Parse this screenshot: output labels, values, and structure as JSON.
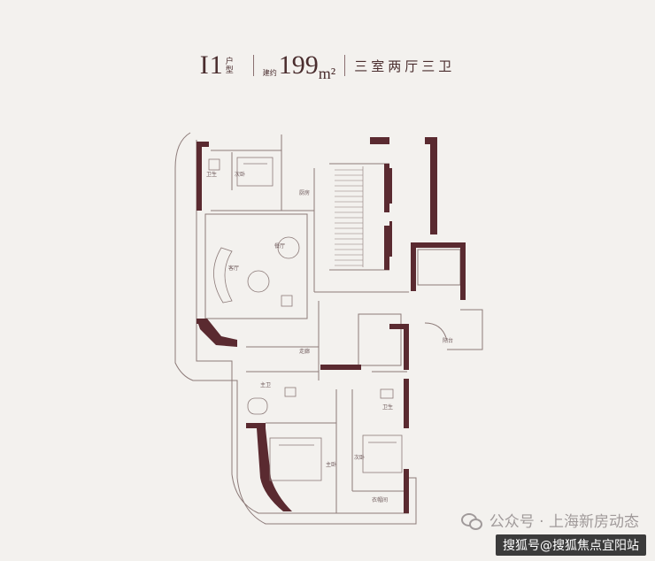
{
  "header": {
    "unit_code": "I1",
    "unit_sub_top": "户",
    "unit_sub_bottom": "型",
    "area_prefix": "建约",
    "area_value": "199",
    "area_unit": "m²",
    "layout": "三室两厅三卫"
  },
  "rooms": {
    "bath_1": "卫生",
    "bedroom_1": "次卧",
    "kitchen": "厨房",
    "dining": "餐厅",
    "living": "客厅",
    "hall": "走廊",
    "bath_2": "主卫",
    "master_bedroom": "主卧",
    "bedroom_2": "次卧",
    "bath_3": "卫生",
    "closet": "衣帽间",
    "balcony": "阳台"
  },
  "watermark": {
    "text": "公众号 · 上海新房动态",
    "sohu_bar": "搜狐号@搜狐焦点宜阳站"
  },
  "colors": {
    "wall": "#5a2a30",
    "line": "#8c7a78",
    "title": "#4a2d2e",
    "background": "#f3f1ee"
  }
}
